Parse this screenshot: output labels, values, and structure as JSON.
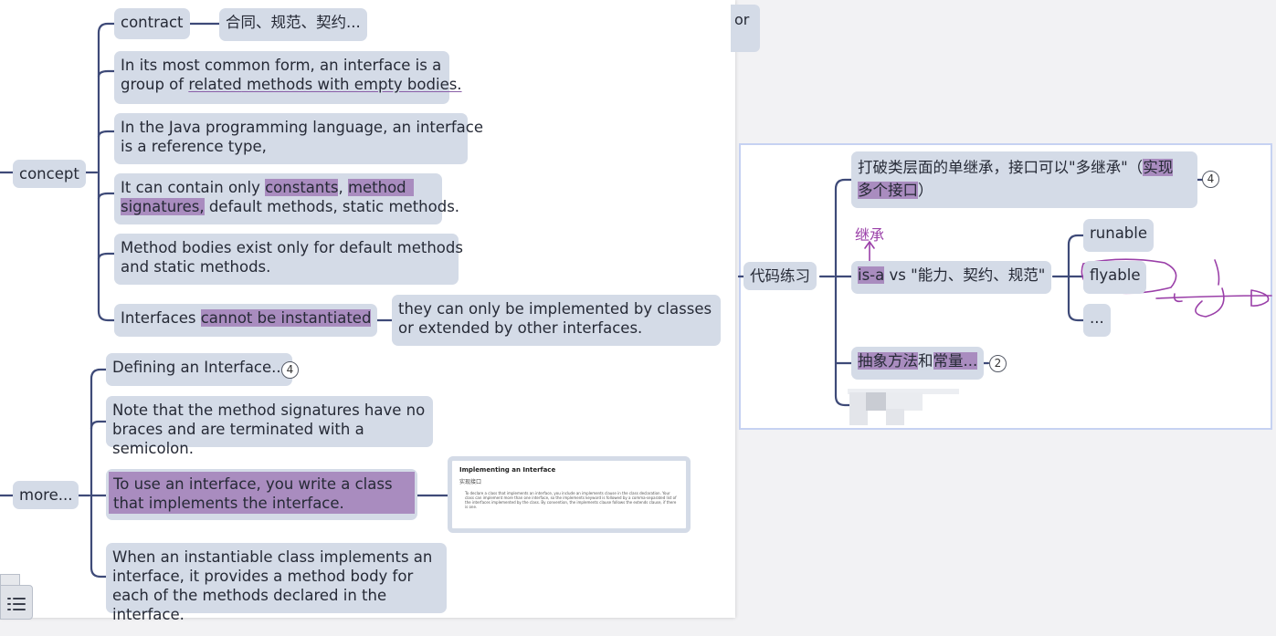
{
  "left_map": {
    "concept": {
      "label": "concept",
      "children": {
        "contract": "contract",
        "contract_translation": "合同、规范、契约...",
        "common_form_1": "In its most common form, an interface is a",
        "common_form_2a": "group of ",
        "common_form_2b": "related",
        "common_form_2c": " methods with empty bodies.",
        "java_1": "In the Java programming language, an interface",
        "java_2": "is a reference type,",
        "contain_1a": "It can contain only ",
        "contain_1b": "constants",
        "contain_1c": ", ",
        "contain_1d": "method",
        "contain_2a": "signatures,",
        "contain_2b": " default methods, static methods.",
        "bodies_1": "Method bodies exist only for default methods",
        "bodies_2": "and static methods.",
        "instantiated_a": "Interfaces ",
        "instantiated_b": "cannot be instantiated",
        "instantiated_detail": "they can only be implemented by classes or extended by other interfaces."
      }
    },
    "more": {
      "label": "more...",
      "children": {
        "defining": "Defining an Interface...",
        "defining_badge": "4",
        "signatures_note": "Note that the method signatures have no braces and are terminated with a semicolon.",
        "use_interface": "To use an interface, you write a class that implements the interface.",
        "instantiable": "When an instantiable class implements an interface, it provides a method body for each of the methods declared in the interface."
      }
    },
    "fragment_text": "or",
    "thumbnail": {
      "title": "Implementing an Interface",
      "subtitle": "实现接口",
      "body": "To declare a class that implements an interface, you include an implements clause in the class declaration. Your class can implement more than one interface, so the implements keyword is followed by a comma-separated list of the interfaces implemented by the class. By convention, the implements clause follows the extends clause, if there is one."
    }
  },
  "right_map": {
    "root": "代码练习",
    "break_1": "打破类层面的单继承，接口可以\"多继承\"（",
    "break_1b": "实现",
    "break_2": "多个接口",
    "break_2b": "）",
    "break_badge": "4",
    "inherit_label": "继承",
    "isa_a": "is-a",
    "isa_b": " vs \"能力、契约、规范\"",
    "runable": "runable",
    "flyable": "flyable",
    "ellipsis": "...",
    "abstract_a": "抽象方法",
    "abstract_b": "和",
    "abstract_c": "常量...",
    "abstract_badge": "2"
  },
  "colors": {
    "node_bg": "#d4dbe7",
    "highlight": "#a98cbf",
    "connector": "#3e4a78",
    "annotation": "#9a3fa8"
  }
}
